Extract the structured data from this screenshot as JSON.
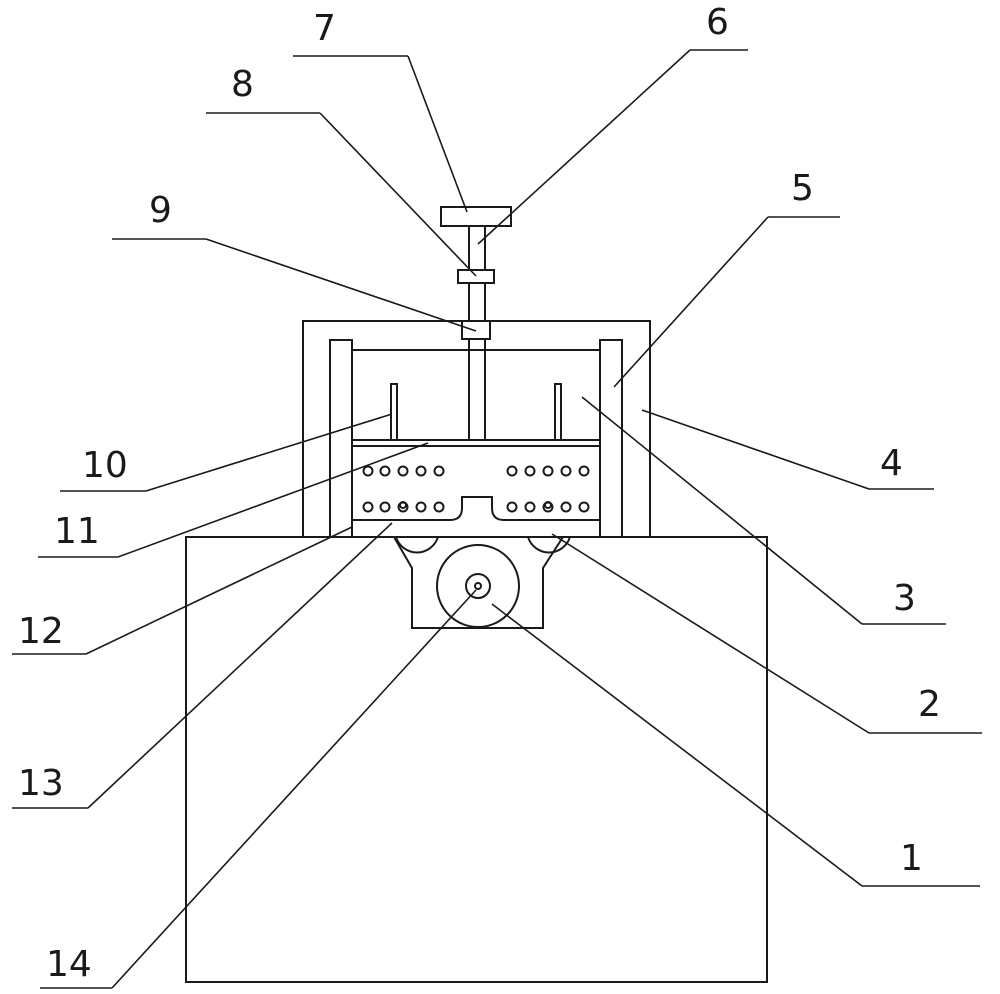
{
  "labels": {
    "l1": "1",
    "l2": "2",
    "l3": "3",
    "l4": "4",
    "l5": "5",
    "l6": "6",
    "l7": "7",
    "l8": "8",
    "l9": "9",
    "l10": "10",
    "l11": "11",
    "l12": "12",
    "l13": "13",
    "l14": "14"
  },
  "colors": {
    "stroke": "#1a1a1a",
    "background": "#ffffff"
  }
}
